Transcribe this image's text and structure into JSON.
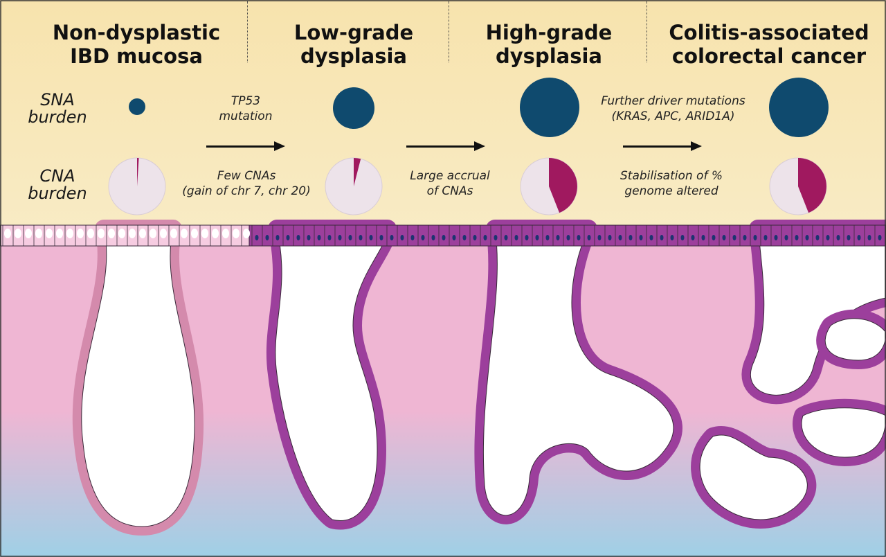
{
  "stages": [
    {
      "title_line1": "Non-dysplastic",
      "title_line2": "IBD mucosa",
      "sna_burden": 1,
      "cna_fraction": 0.01
    },
    {
      "title_line1": "Low-grade",
      "title_line2": "dysplasia",
      "sna_burden": 2,
      "cna_fraction": 0.04
    },
    {
      "title_line1": "High-grade",
      "title_line2": "dysplasia",
      "sna_burden": 3,
      "cna_fraction": 0.44
    },
    {
      "title_line1": "Colitis-associated",
      "title_line2": "colorectal cancer",
      "sna_burden": 3,
      "cna_fraction": 0.44
    }
  ],
  "row_labels": {
    "sna_line1": "SNA",
    "sna_line2": "burden",
    "cna_line1": "CNA",
    "cna_line2": "burden"
  },
  "transitions": [
    {
      "top_line1": "TP53",
      "top_line2": "mutation",
      "bottom_line1": "Few CNAs",
      "bottom_line2": "(gain of chr 7, chr 20)"
    },
    {
      "top_line1": "",
      "top_line2": "",
      "bottom_line1": "Large accrual",
      "bottom_line2": "of CNAs"
    },
    {
      "top_line1": "Further driver mutations",
      "top_line2": "(KRAS, APC, ARID1A)",
      "bottom_line1": "Stabilisation of %",
      "bottom_line2": "genome altered"
    }
  ],
  "colors": {
    "sna_circle": "#0f4a6e",
    "cna_altered": "#a0195f",
    "cna_unaltered": "#ede3ea",
    "background_top": "#f7e3ad",
    "background_mid": "#fbf7e6",
    "stroma_pink": "#efb6d3",
    "stroma_blue": "#9fd0e6",
    "epithelium_normal": "#f6cce1",
    "epithelium_dysplastic": "#9c3f9c",
    "nucleus": "#1d3470",
    "goblet": "#ffffff"
  }
}
